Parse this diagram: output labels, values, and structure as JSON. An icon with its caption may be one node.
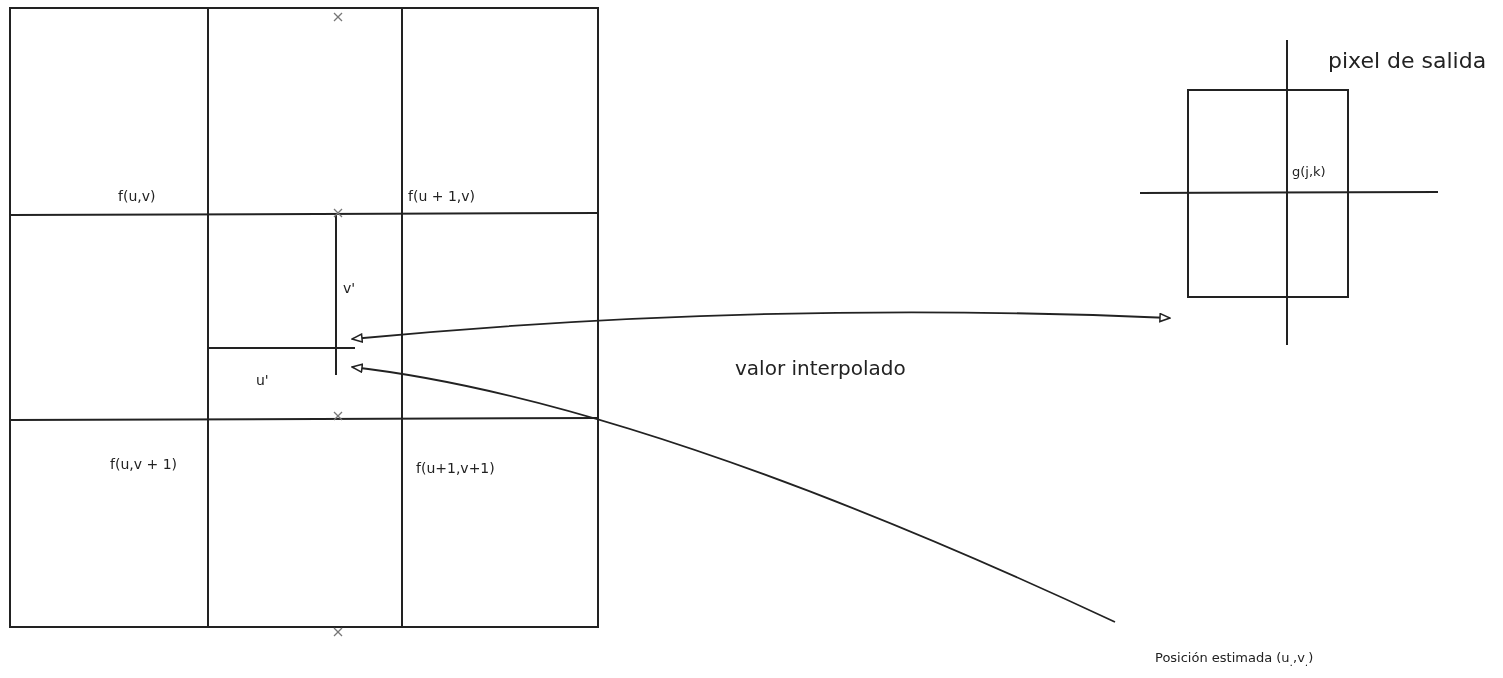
{
  "diagram": {
    "nodes": [
      {
        "text": [
          "pixel de salida",
          "g(j,k)"
        ]
      },
      {
        "text": [
          "Posición estimada (u$_{.}$,v$_{.}$)"
        ]
      }
    ],
    "edges": [
      {
        "from": 0,
        "to": null,
        "arrow": "both",
        "label": "valor interpolado"
      },
      {
        "from": 1,
        "to": null,
        "arrow": "to"
      }
    ],
    "labels": [
      "f(u,v)",
      "f(u + 1,v)",
      "v'",
      "u'",
      "f(u,v + 1)",
      "f(u+1,v+1)"
    ]
  }
}
